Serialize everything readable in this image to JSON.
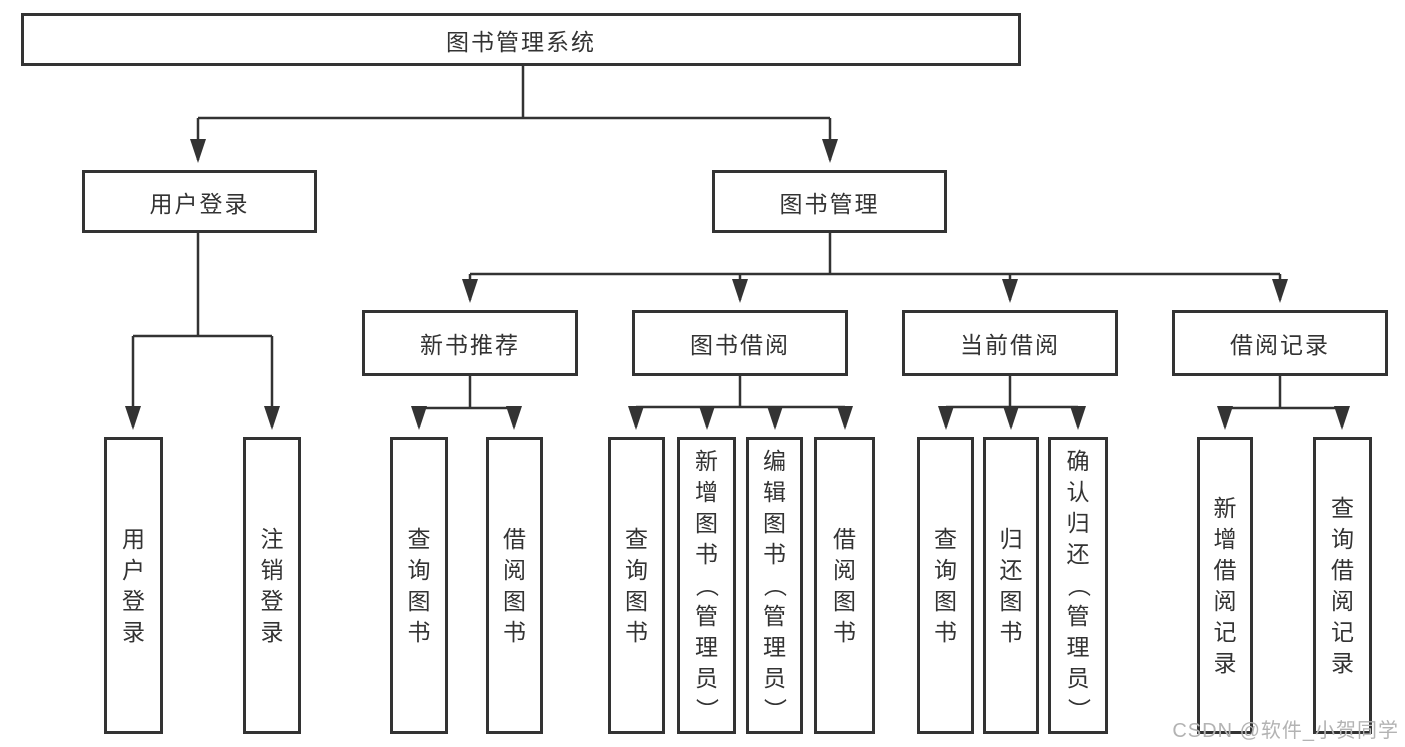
{
  "title": {
    "label": "图书管理系统"
  },
  "level2": [
    {
      "label": "用户登录"
    },
    {
      "label": "图书管理"
    }
  ],
  "level3": [
    {
      "label": "新书推荐",
      "parent": "图书管理"
    },
    {
      "label": "图书借阅",
      "parent": "图书管理"
    },
    {
      "label": "当前借阅",
      "parent": "图书管理"
    },
    {
      "label": "借阅记录",
      "parent": "图书管理"
    }
  ],
  "leaves": [
    {
      "label": "用户登录",
      "parent": "用户登录"
    },
    {
      "label": "注销登录",
      "parent": "用户登录"
    },
    {
      "label": "查询图书",
      "parent": "新书推荐"
    },
    {
      "label": "借阅图书",
      "parent": "新书推荐"
    },
    {
      "label": "查询图书",
      "parent": "图书借阅"
    },
    {
      "label": "新增图书（管理员）",
      "parent": "图书借阅"
    },
    {
      "label": "编辑图书（管理员）",
      "parent": "图书借阅"
    },
    {
      "label": "借阅图书",
      "parent": "图书借阅"
    },
    {
      "label": "查询图书",
      "parent": "当前借阅"
    },
    {
      "label": "归还图书",
      "parent": "当前借阅"
    },
    {
      "label": "确认归还（管理员）",
      "parent": "当前借阅"
    },
    {
      "label": "新增借阅记录",
      "parent": "借阅记录"
    },
    {
      "label": "查询借阅记录",
      "parent": "借阅记录"
    }
  ],
  "watermark": {
    "text": "CSDN @软件_小贺同学"
  },
  "colors": {
    "line": "#333333",
    "text": "#333333",
    "background": "#ffffff",
    "watermark": "#b3b3b3"
  }
}
